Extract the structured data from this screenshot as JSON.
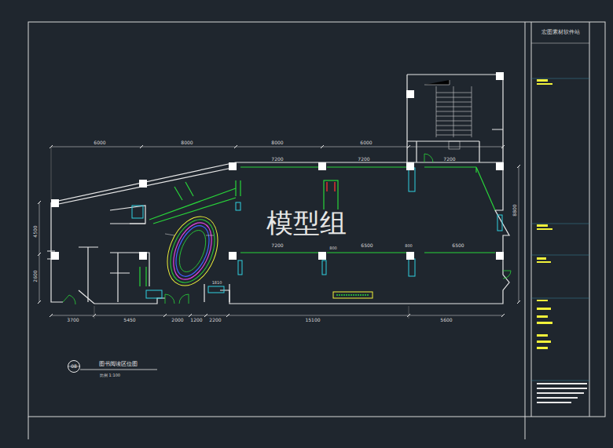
{
  "diagram": {
    "nodes": [
      {
        "text": [
          "08"
        ]
      }
    ],
    "labels": [
      "6000",
      "8000",
      "8000",
      "6000",
      "7200",
      "7200",
      "7200",
      "7200",
      "800",
      "6500",
      "800",
      "6500",
      "3700",
      "5450",
      "2000",
      "1200",
      "2200",
      "15100",
      "5600",
      "4500",
      "2600",
      "8800",
      "1810",
      "模型组",
      "图书阅读区位图",
      "比例 1:100",
      "宏图素材软件站"
    ]
  }
}
